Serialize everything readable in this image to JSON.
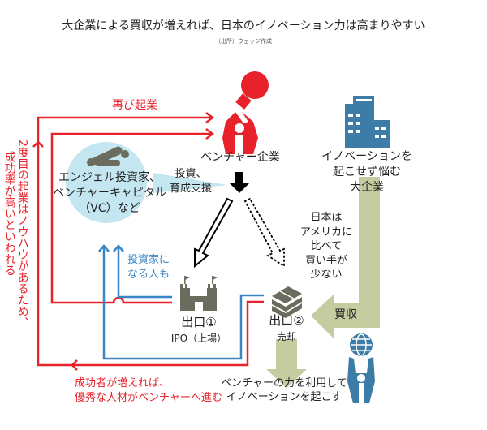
{
  "title": "大企業による買収が増えれば、日本のイノベーション力は高まりやすい",
  "source": "（出所）ウェッジ作成",
  "labels": {
    "restart": "再び起業",
    "second_startup_1": "2度目の起業はノウハウがあるため、",
    "second_startup_2": "成功率が高いといわれる",
    "investors": [
      "エンジェル投資家、",
      "ベンチャーキャピタル",
      "（VC）など"
    ],
    "support": [
      "投資、",
      "育成支援"
    ],
    "venture": "ベンチャー企業",
    "big_company": [
      "イノベーションを",
      "起こせず悩む",
      "大企業"
    ],
    "japan_note": [
      "日本は",
      "アメリカに",
      "比べて",
      "買い手が",
      "少ない"
    ],
    "acquisition": "買収",
    "become_investor": [
      "投資家に",
      "なる人も"
    ],
    "exit1": "出口①",
    "exit1_sub": "IPO（上場）",
    "exit2": "出口②",
    "exit2_sub": "売却",
    "utilize": [
      "ベンチャーの力を利用して",
      "イノベーションを起こす"
    ],
    "talent": [
      "成功者が増えれば、",
      "優秀な人材がベンチャーへ進む"
    ]
  },
  "colors": {
    "red": "#e8222a",
    "blue": "#3a86c4",
    "green": "#c5cca0",
    "circle": "#c4e6f0",
    "icon_gray": "#6b6b5e",
    "icon_blue": "#3d7ca6"
  }
}
